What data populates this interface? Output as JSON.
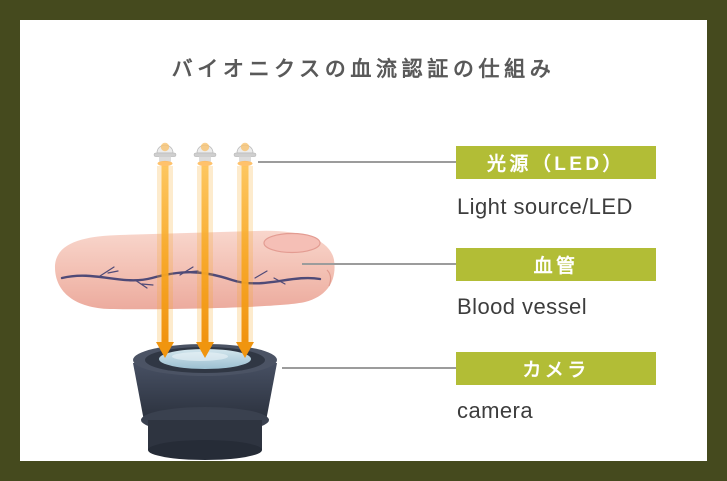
{
  "title": "バイオニクスの血流認証の仕組み",
  "labels": [
    {
      "jp": "光源（LED）",
      "en": "Light source/LED"
    },
    {
      "jp": "血管",
      "en": "Blood vessel"
    },
    {
      "jp": "カメラ",
      "en": "camera"
    }
  ],
  "colors": {
    "frame_border": "#454a1e",
    "card_background": "#ffffff",
    "badge_background": "#b2bd36",
    "badge_text": "#ffffff",
    "title_text": "#595959",
    "english_text": "#3d3d3d",
    "connector_line": "#9c9c9c",
    "light_beam": "#f59e1b",
    "finger_skin": "#f3c2b6",
    "blood_vessel": "#4f4a77",
    "camera_body": "#353c49"
  },
  "icons": [
    "led-bulb-icon",
    "light-beam-icon",
    "finger-icon",
    "blood-vessel-icon",
    "camera-lens-icon"
  ]
}
